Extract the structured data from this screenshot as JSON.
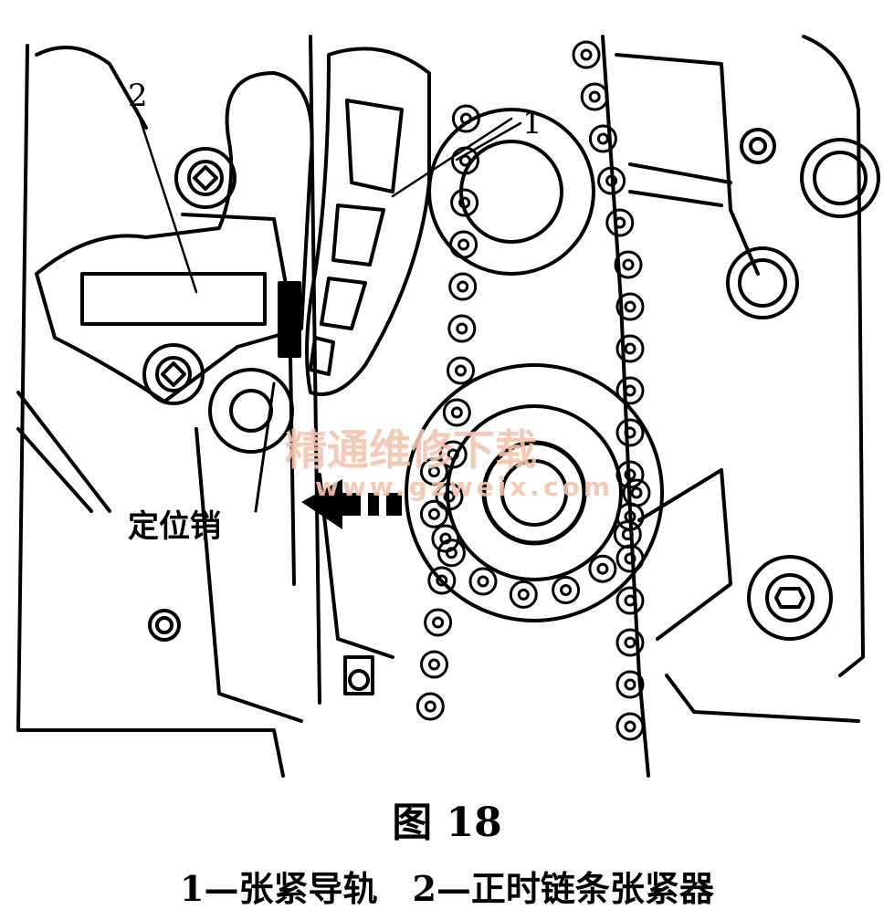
{
  "labels": {
    "one": "1",
    "two": "2",
    "pin": "定位销"
  },
  "watermark": {
    "cn": "精通维修下载",
    "url": "www.gzweix.com"
  },
  "caption": {
    "title": "图 18",
    "legend": "1—张紧导轨　2—正时链条张紧器"
  },
  "colors": {
    "line": "#000000",
    "watermark": "#f3c4ad",
    "background": "#ffffff"
  }
}
